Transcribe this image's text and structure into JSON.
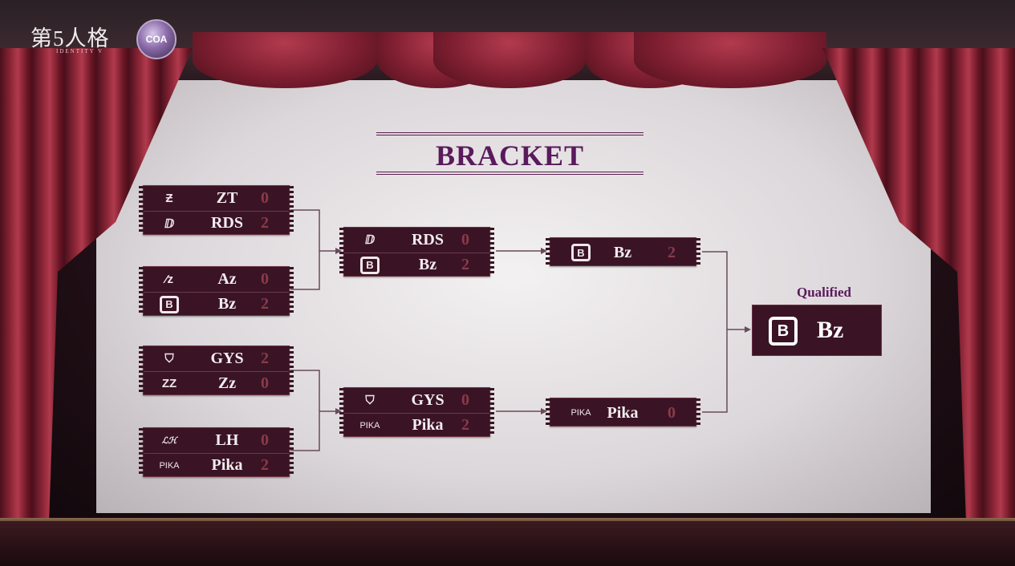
{
  "header": {
    "game_logo_text": "第5人格",
    "game_logo_sub": "IDENTITY V",
    "event_badge": "COA"
  },
  "title": "BRACKET",
  "qualified_label": "Qualified",
  "round1": [
    {
      "teams": [
        {
          "name": "ZT",
          "score": "0",
          "icon": "zt-logo-icon"
        },
        {
          "name": "RDS",
          "score": "2",
          "icon": "rds-logo-icon"
        }
      ]
    },
    {
      "teams": [
        {
          "name": "Az",
          "score": "0",
          "icon": "az-logo-icon"
        },
        {
          "name": "Bz",
          "score": "2",
          "icon": "bz-logo-icon"
        }
      ]
    },
    {
      "teams": [
        {
          "name": "GYS",
          "score": "2",
          "icon": "gys-logo-icon"
        },
        {
          "name": "Zz",
          "score": "0",
          "icon": "zz-logo-icon"
        }
      ]
    },
    {
      "teams": [
        {
          "name": "LH",
          "score": "0",
          "icon": "lh-logo-icon"
        },
        {
          "name": "Pika",
          "score": "2",
          "icon": "pika-logo-icon"
        }
      ]
    }
  ],
  "round2": [
    {
      "teams": [
        {
          "name": "RDS",
          "score": "0",
          "icon": "rds-logo-icon"
        },
        {
          "name": "Bz",
          "score": "2",
          "icon": "bz-logo-icon"
        }
      ]
    },
    {
      "teams": [
        {
          "name": "GYS",
          "score": "0",
          "icon": "gys-logo-icon"
        },
        {
          "name": "Pika",
          "score": "2",
          "icon": "pika-logo-icon"
        }
      ]
    }
  ],
  "round3": [
    {
      "name": "Bz",
      "score": "2",
      "icon": "bz-logo-icon"
    },
    {
      "name": "Pika",
      "score": "0",
      "icon": "pika-logo-icon"
    }
  ],
  "final": {
    "name": "Bz",
    "icon": "bz-logo-icon"
  },
  "colors": {
    "card_bg": "#3a1424",
    "title": "#5a1a5c",
    "loser_score": "#8a3a4a"
  }
}
